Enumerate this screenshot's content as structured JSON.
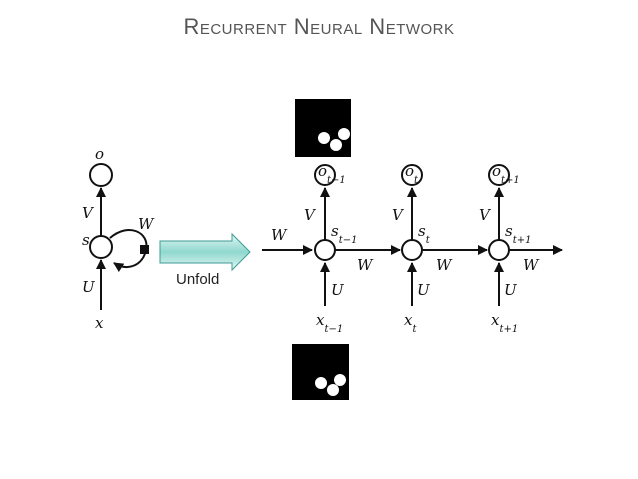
{
  "title": "Recurrent Neural Network",
  "folded": {
    "output": "o",
    "state": "s",
    "input": "x",
    "weight_out": "V",
    "weight_in": "U",
    "weight_rec": "W"
  },
  "unfold_label": "Unfold",
  "unfolded": {
    "entry_weight": "W",
    "steps": [
      {
        "o": "o",
        "o_sub": "t−1",
        "s": "s",
        "s_sub": "t−1",
        "x": "x",
        "x_sub": "t−1",
        "V": "V",
        "U": "U",
        "W": "W"
      },
      {
        "o": "o",
        "o_sub": "t",
        "s": "s",
        "s_sub": "t",
        "x": "x",
        "x_sub": "t",
        "V": "V",
        "U": "U",
        "W": "W"
      },
      {
        "o": "o",
        "o_sub": "t+1",
        "s": "s",
        "s_sub": "t+1",
        "x": "x",
        "x_sub": "t+1",
        "V": "V",
        "U": "U",
        "W": "W"
      }
    ]
  },
  "colors": {
    "arrow_fill": "#7fd1c8",
    "arrow_stroke": "#3c9b96",
    "line": "#111111",
    "title": "#555555"
  },
  "icons": {
    "top_image": "three-white-dots-on-black-image",
    "bottom_image": "three-white-dots-on-black-image"
  }
}
